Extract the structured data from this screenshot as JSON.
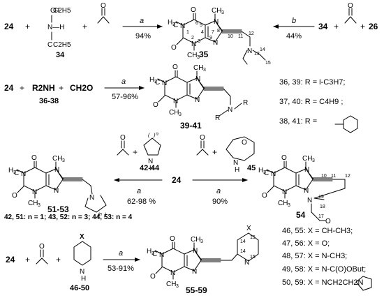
{
  "row1": {
    "reactant_24": "24",
    "plus1": "+",
    "plus2": "+",
    "amine_label": "34",
    "amine_et1": "C2H5",
    "amine_et2": "C2H5",
    "amine_nh": "N—H",
    "arrow_a_label": "a",
    "arrow_a_yield": "94%",
    "product": "35",
    "arrow_b_label": "b",
    "arrow_b_yield": "44%",
    "right_34": "34",
    "right_plus1": "+",
    "right_plus2": "+",
    "right_26": "26"
  },
  "row2": {
    "reactant_24": "24",
    "plus1": "+",
    "amine": "R2NH",
    "plus2": "+",
    "formaldehyde": "CH2O",
    "amine_range": "36-38",
    "arrow_label": "a",
    "arrow_yield": "57-96%",
    "product": "39-41",
    "r_group": "R",
    "r_list": [
      "36, 39: R = i-C3H7;",
      "37, 40: R = C4H9 ;",
      "38, 41: R ="
    ]
  },
  "row3": {
    "product_left": "51-53",
    "n_index": "n",
    "left_reagents": "42-44",
    "left_arrow_label": "a",
    "left_arrow_yield": "62-98 %",
    "center": "24",
    "right_reagent": "45",
    "right_arrow_label": "a",
    "right_arrow_yield": "90%",
    "product_right": "54",
    "n_values": "42, 51: n = 1; 43, 52: n = 3; 44, 53: n = 4"
  },
  "row4": {
    "reactant_24": "24",
    "plus1": "+",
    "plus2": "+",
    "amine_range": "46-50",
    "arrow_label": "a",
    "arrow_yield": "53-91%",
    "product": "55-59",
    "x_atom": "X",
    "x_list": [
      "46, 55: X = CH-CH3;",
      "47, 56: X = O;",
      "48, 57: X = N-CH3;",
      "49, 58: X = N-C(O)OBut;",
      "50, 59: X = NCH2CH2N"
    ]
  }
}
